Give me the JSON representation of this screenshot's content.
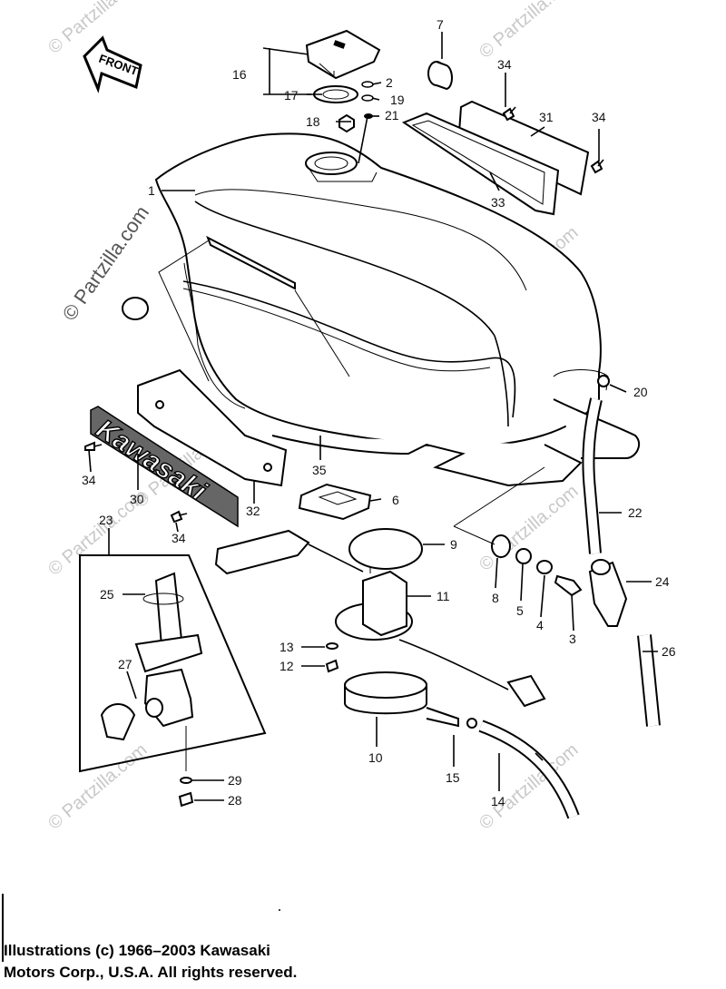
{
  "front_arrow": "FRONT",
  "brand_emblem": "Kawasaki",
  "watermarks": {
    "diagonal": "© Partzilla.com",
    "vertical": "© Partzilla.com"
  },
  "callouts": [
    {
      "id": "c1",
      "text": "1"
    },
    {
      "id": "c2",
      "text": "2"
    },
    {
      "id": "c3",
      "text": "3"
    },
    {
      "id": "c4",
      "text": "4"
    },
    {
      "id": "c5",
      "text": "5"
    },
    {
      "id": "c6",
      "text": "6"
    },
    {
      "id": "c7",
      "text": "7"
    },
    {
      "id": "c8",
      "text": "8"
    },
    {
      "id": "c9",
      "text": "9"
    },
    {
      "id": "c10",
      "text": "10"
    },
    {
      "id": "c11",
      "text": "11"
    },
    {
      "id": "c12",
      "text": "12"
    },
    {
      "id": "c13",
      "text": "13"
    },
    {
      "id": "c14",
      "text": "14"
    },
    {
      "id": "c15",
      "text": "15"
    },
    {
      "id": "c16",
      "text": "16"
    },
    {
      "id": "c17",
      "text": "17"
    },
    {
      "id": "c18",
      "text": "18"
    },
    {
      "id": "c19",
      "text": "19"
    },
    {
      "id": "c20",
      "text": "20"
    },
    {
      "id": "c21",
      "text": "21"
    },
    {
      "id": "c22",
      "text": "22"
    },
    {
      "id": "c23",
      "text": "23"
    },
    {
      "id": "c24",
      "text": "24"
    },
    {
      "id": "c25",
      "text": "25"
    },
    {
      "id": "c26",
      "text": "26"
    },
    {
      "id": "c27",
      "text": "27"
    },
    {
      "id": "c28",
      "text": "28"
    },
    {
      "id": "c29",
      "text": "29"
    },
    {
      "id": "c30",
      "text": "30"
    },
    {
      "id": "c31",
      "text": "31"
    },
    {
      "id": "c32",
      "text": "32"
    },
    {
      "id": "c33",
      "text": "33"
    },
    {
      "id": "c34a",
      "text": "34"
    },
    {
      "id": "c34b",
      "text": "34"
    },
    {
      "id": "c34c",
      "text": "34"
    },
    {
      "id": "c34d",
      "text": "34"
    },
    {
      "id": "c35",
      "text": "35"
    }
  ],
  "copyright": {
    "line1": "Illustrations (c) 1966–2003 Kawasaki",
    "line2": "Motors Corp., U.S.A.  All rights reserved."
  }
}
